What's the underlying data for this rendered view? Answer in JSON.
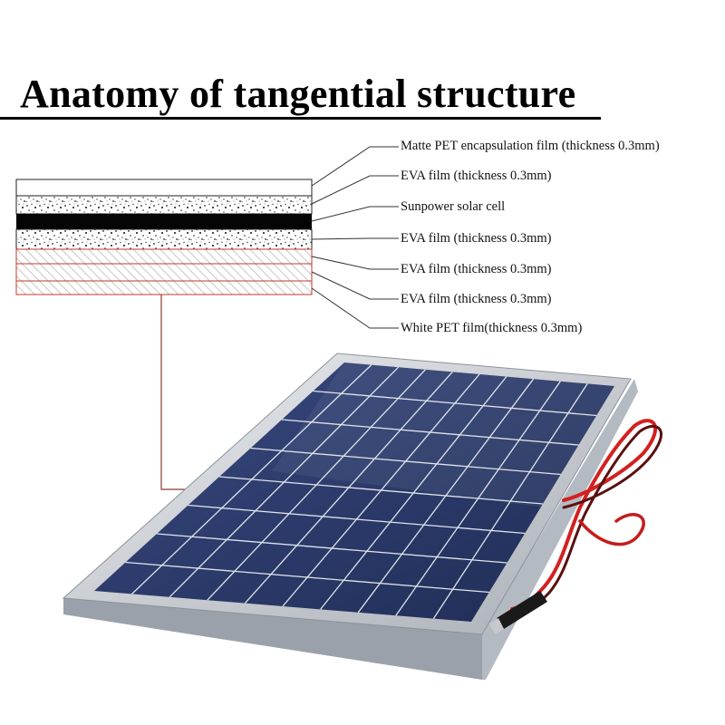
{
  "title": "Anatomy of tangential structure",
  "layers": [
    {
      "label": "Matte PET encapsulation film (thickness 0.3mm)"
    },
    {
      "label": "EVA film (thickness 0.3mm)"
    },
    {
      "label": "Sunpower solar cell"
    },
    {
      "label": "EVA film (thickness 0.3mm)"
    },
    {
      "label": "EVA film (thickness 0.3mm)"
    },
    {
      "label": "EVA film (thickness 0.3mm)"
    },
    {
      "label": "White PET film(thickness 0.3mm)"
    }
  ],
  "colors": {
    "callout_line": "#8b3a2a",
    "hatch_stroke": "#c0392b",
    "cell_blue": "#2c3c6e",
    "cable_red": "#d32020",
    "frame_silver": "#c9ccd1"
  }
}
